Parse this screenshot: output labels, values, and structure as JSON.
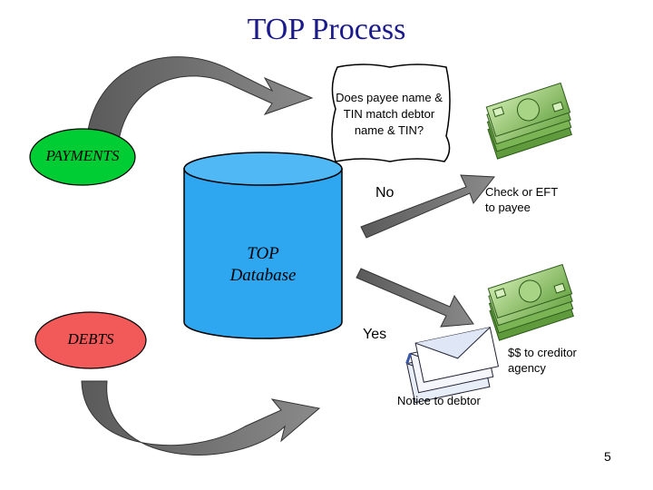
{
  "title": "TOP Process",
  "question": {
    "line1": "Does payee name &",
    "line2": "TIN match debtor",
    "line3": "name & TIN?"
  },
  "payments_label": "PAYMENTS",
  "debts_label": "DEBTS",
  "database_label": {
    "line1": "TOP",
    "line2": "Database"
  },
  "no_label": "No",
  "yes_label": "Yes",
  "check_label": {
    "line1": "Check or EFT",
    "line2": "to payee"
  },
  "creditor_label": {
    "line1": "$$ to creditor",
    "line2": "agency"
  },
  "notice_label": "Notice to debtor",
  "page_number": "5",
  "colors": {
    "title": "#1a1a8c",
    "payments_fill": "#00cc33",
    "debts_fill": "#f25a5a",
    "database_fill": "#2ea6f0",
    "arrow_fill": "#6e6e6e",
    "money_green": "#8fc46a"
  },
  "icons": [
    "money-stack-icon",
    "envelope-stack-icon"
  ]
}
